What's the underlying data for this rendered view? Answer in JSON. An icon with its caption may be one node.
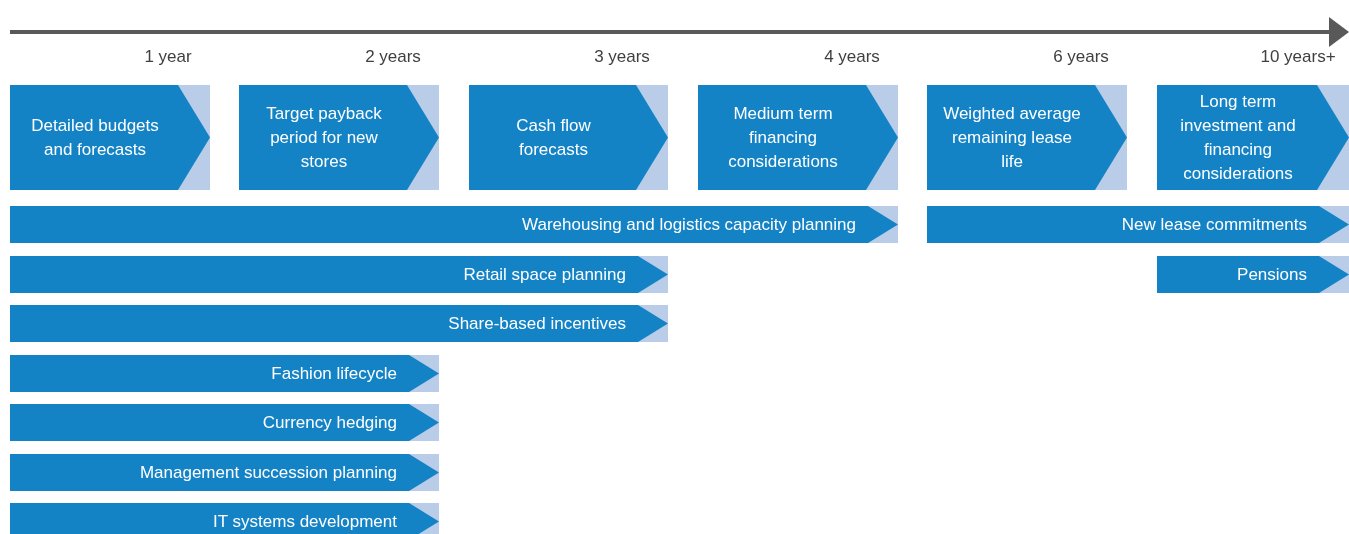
{
  "diagram": {
    "nodes": [
      {
        "text": [
          "Detailed budgets and forecasts"
        ]
      },
      {
        "text": [
          "Target payback period for new stores"
        ]
      },
      {
        "text": [
          "Cash flow forecasts"
        ]
      },
      {
        "text": [
          "Medium term financing considerations"
        ]
      },
      {
        "text": [
          "Weighted average remaining lease life"
        ]
      },
      {
        "text": [
          "Long term investment and financing considerations"
        ]
      },
      {
        "text": [
          "Warehousing and logistics capacity planning"
        ]
      },
      {
        "text": [
          "New lease commitments"
        ]
      },
      {
        "text": [
          "Retail space planning"
        ]
      },
      {
        "text": [
          "Pensions"
        ]
      },
      {
        "text": [
          "Share-based incentives"
        ]
      },
      {
        "text": [
          "Fashion lifecycle"
        ]
      },
      {
        "text": [
          "Currency hedging"
        ]
      },
      {
        "text": [
          "Management succession planning"
        ]
      },
      {
        "text": [
          "IT systems development"
        ]
      }
    ],
    "labels": [
      "1 year",
      "2 years",
      "3 years",
      "4 years",
      "6 years",
      "10 years+"
    ]
  }
}
